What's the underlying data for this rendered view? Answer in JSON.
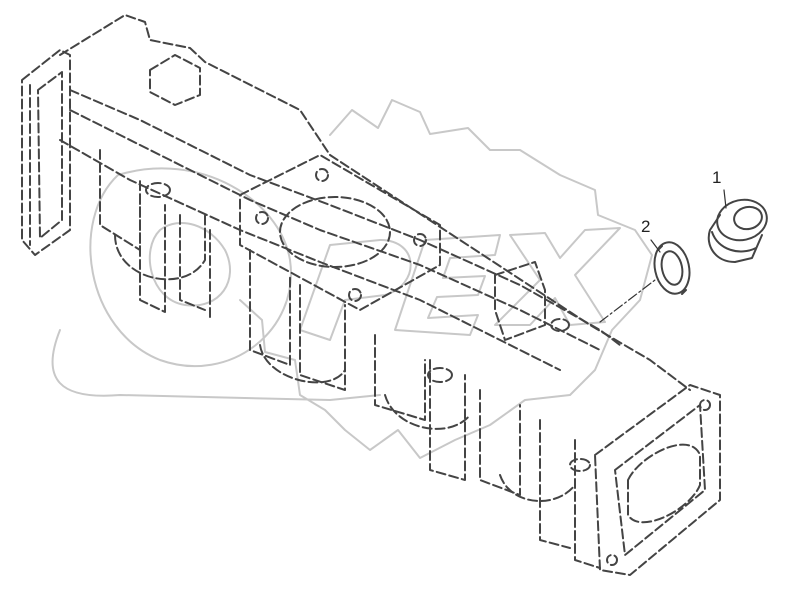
{
  "diagram": {
    "corner_mark": "",
    "watermark_text": "OPEX",
    "callouts": [
      {
        "label": "1",
        "part": "plug"
      },
      {
        "label": "2",
        "part": "sealing-washer"
      }
    ],
    "colors": {
      "line": "#444444",
      "watermark": "#c8c8c8"
    }
  }
}
